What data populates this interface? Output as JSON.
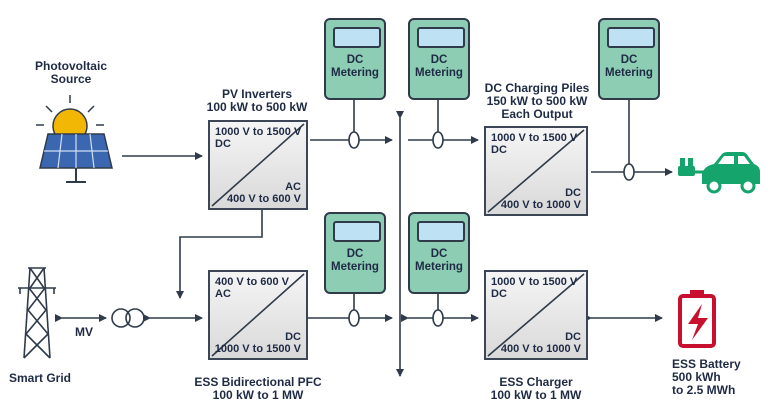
{
  "photovoltaic": {
    "title_line1": "Photovoltaic",
    "title_line2": "Source"
  },
  "pv_inverter": {
    "label_line1": "PV Inverters",
    "label_line2": "100 kW to 500 kW",
    "top_left_line1": "1000 V to 1500 V",
    "top_left_line2": "DC",
    "bottom_right_line1": "AC",
    "bottom_right_line2": "400 V to 600 V"
  },
  "dc_charging": {
    "label_line1": "DC Charging Piles",
    "label_line2": "150 kW to 500 kW",
    "label_line3": "Each Output",
    "top_left_line1": "1000 V to 1500 V",
    "top_left_line2": "DC",
    "bottom_right_line1": "DC",
    "bottom_right_line2": "400 V to 1000 V"
  },
  "ess_pfc": {
    "label_line1": "ESS Bidirectional PFC",
    "label_line2": "100 kW to 1 MW",
    "top_left_line1": "400 V to 600 V",
    "top_left_line2": "AC",
    "bottom_right_line1": "DC",
    "bottom_right_line2": "1000 V to 1500 V"
  },
  "ess_charger": {
    "label_line1": "ESS Charger",
    "label_line2": "100 kW to 1 MW",
    "top_left_line1": "1000 V to 1500 V",
    "top_left_line2": "DC",
    "bottom_right_line1": "DC",
    "bottom_right_line2": "400 V to 1000 V"
  },
  "meter": {
    "line1": "DC",
    "line2": "Metering"
  },
  "smart_grid": {
    "label": "Smart Grid",
    "mv_label": "MV"
  },
  "ess_battery": {
    "line1": "ESS Battery",
    "line2": "500 kWh",
    "line3": "to 2.5 MWh"
  },
  "colors": {
    "meter_fill": "#8ccdb4",
    "meter_screen": "#bfe1f4",
    "ev_green": "#14a46c",
    "battery_red": "#c8102e",
    "sun": "#f2b705",
    "panel": "#3b67b0",
    "line": "#2f3b4a"
  },
  "icons": [
    "sun-icon",
    "solar-panel-icon",
    "transmission-tower-icon",
    "transformer-icon",
    "ev-car-icon",
    "battery-icon"
  ]
}
